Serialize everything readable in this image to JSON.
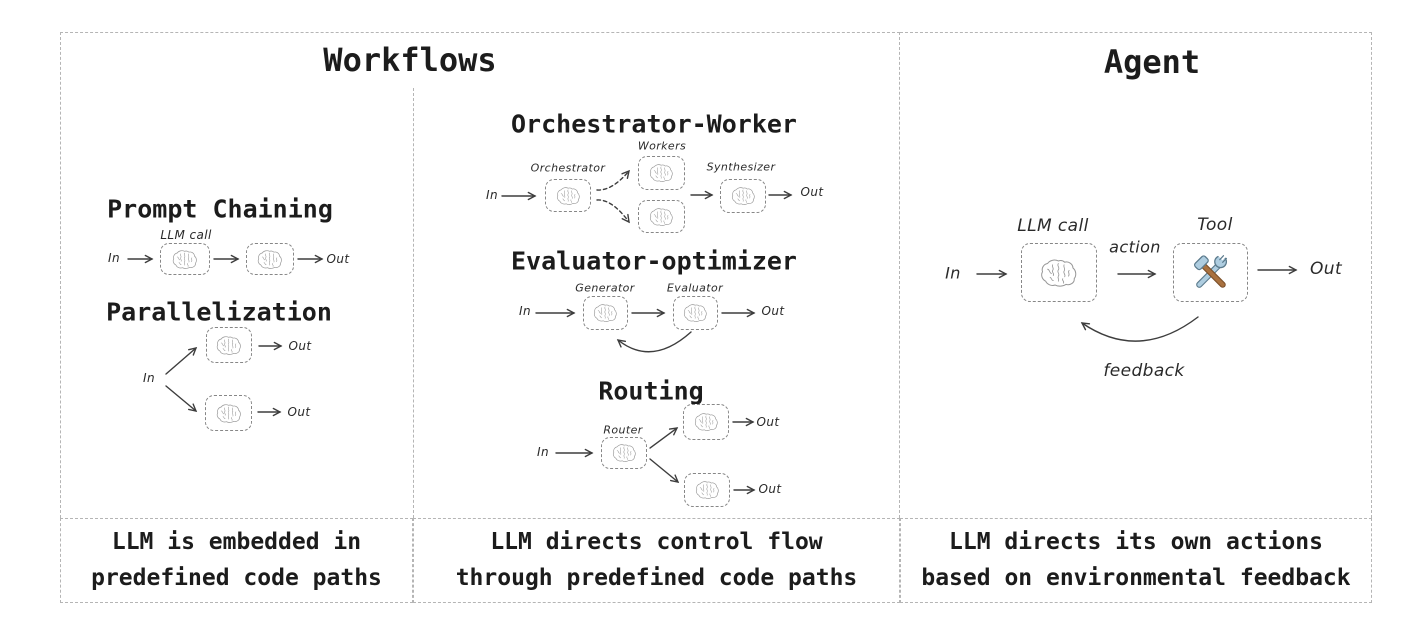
{
  "colors": {
    "background": "#ffffff",
    "panel_border": "#b5b5b5",
    "box_border": "#878787",
    "arrow": "#3d3d3d",
    "text": "#1c1c1c",
    "brain_stroke": "#979797",
    "tool_blue": "#aecde0",
    "tool_blue_dark": "#5b7a8c",
    "tool_brown": "#a9713f"
  },
  "workflows": {
    "title": "Workflows",
    "caption_left": "LLM is embedded in\npredefined code paths",
    "caption_middle": "LLM directs control flow\nthrough predefined code paths",
    "prompt_chaining": {
      "title": "Prompt Chaining",
      "llm_call": "LLM call",
      "in": "In",
      "out": "Out"
    },
    "parallelization": {
      "title": "Parallelization",
      "in": "In",
      "out_top": "Out",
      "out_bottom": "Out"
    },
    "orchestrator_worker": {
      "title": "Orchestrator-Worker",
      "orchestrator": "Orchestrator",
      "workers": "Workers",
      "synthesizer": "Synthesizer",
      "in": "In",
      "out": "Out"
    },
    "evaluator_optimizer": {
      "title": "Evaluator-optimizer",
      "generator": "Generator",
      "evaluator": "Evaluator",
      "in": "In",
      "out": "Out"
    },
    "routing": {
      "title": "Routing",
      "router": "Router",
      "in": "In",
      "out_top": "Out",
      "out_bottom": "Out"
    }
  },
  "agent": {
    "title": "Agent",
    "llm_call": "LLM call",
    "tool": "Tool",
    "action": "action",
    "feedback": "feedback",
    "in": "In",
    "out": "Out",
    "caption": "LLM directs its own actions\nbased on environmental feedback"
  },
  "icons": {
    "brain": "brain-icon",
    "tool": "hammer-wrench-icon"
  }
}
